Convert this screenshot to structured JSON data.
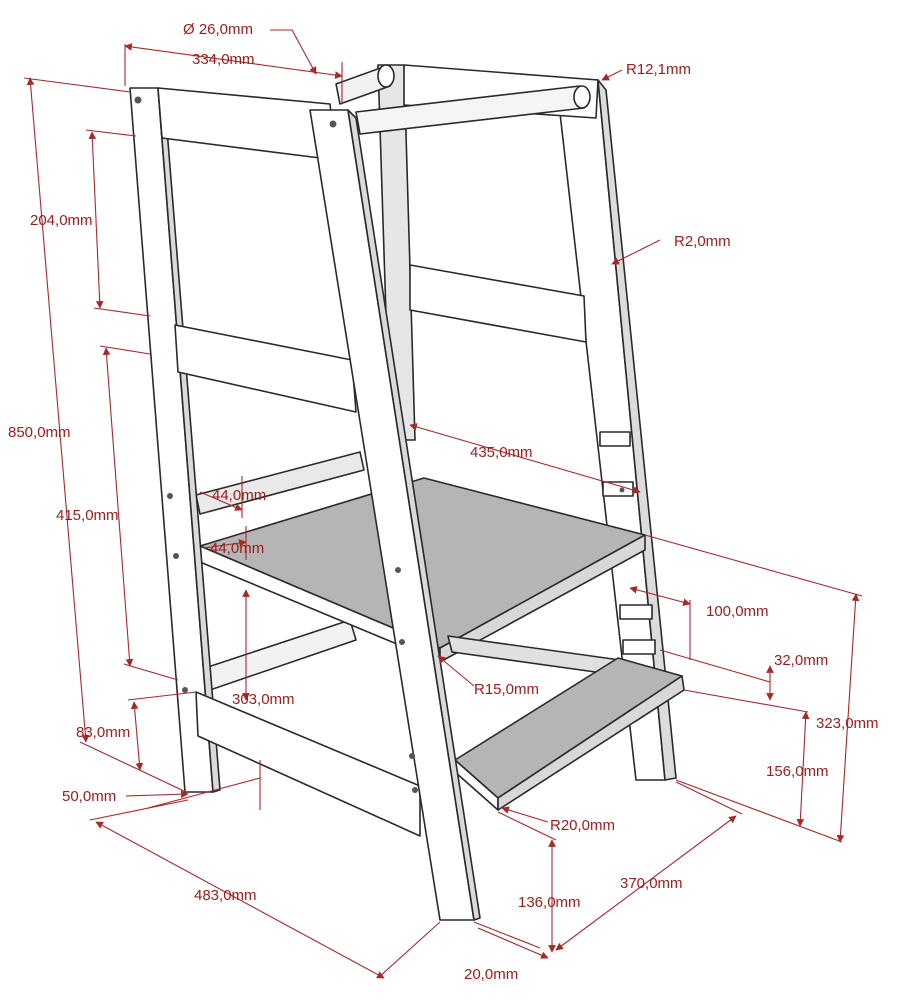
{
  "colors": {
    "dimension": "#9b1c1c",
    "wood_face": "#ffffff",
    "wood_side": "#d9d9d9",
    "platform_top": "#b5b5b5",
    "outline": "#2a2a2a"
  },
  "dimensions": {
    "rail_diameter": "Ø 26,0mm",
    "top_width": "334,0mm",
    "top_radius": "R12,1mm",
    "edge_radius": "R2,0mm",
    "upper_gap": "204,0mm",
    "total_height": "850,0mm",
    "platform_height": "415,0mm",
    "platform_depth": "435,0mm",
    "slot_a": "44,0mm",
    "slot_b": "44,0mm",
    "step_offset": "100,0mm",
    "step_slot": "32,0mm",
    "platform_corner_radius": "R15,0mm",
    "side_height": "323,0mm",
    "lower_rail_gap": "303,0mm",
    "lower_rail_height": "83,0mm",
    "leg_thickness": "50,0mm",
    "step_height": "156,0mm",
    "step_corner_radius": "R20,0mm",
    "base_width": "483,0mm",
    "step_depth": "370,0mm",
    "step_bottom_height": "136,0mm",
    "board_thickness": "20,0mm"
  }
}
